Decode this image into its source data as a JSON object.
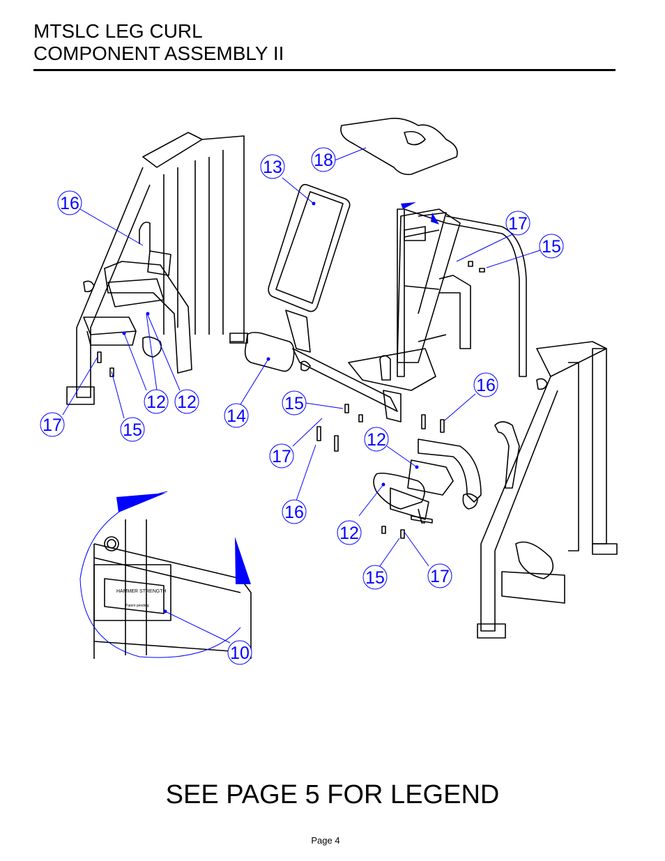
{
  "header": {
    "title_line1": "MTSLC LEG CURL",
    "title_line2": "COMPONENT ASSEMBLY II"
  },
  "callouts": [
    {
      "id": "c-18",
      "label": "18"
    },
    {
      "id": "c-13",
      "label": "13"
    },
    {
      "id": "c-16a",
      "label": "16"
    },
    {
      "id": "c-17a",
      "label": "17"
    },
    {
      "id": "c-15a",
      "label": "15"
    },
    {
      "id": "c-12a",
      "label": "12"
    },
    {
      "id": "c-12b",
      "label": "12"
    },
    {
      "id": "c-16b",
      "label": "16"
    },
    {
      "id": "c-17b",
      "label": "17"
    },
    {
      "id": "c-15b",
      "label": "15"
    },
    {
      "id": "c-14",
      "label": "14"
    },
    {
      "id": "c-15c",
      "label": "15"
    },
    {
      "id": "c-12c",
      "label": "12"
    },
    {
      "id": "c-17c",
      "label": "17"
    },
    {
      "id": "c-16c",
      "label": "16"
    },
    {
      "id": "c-12d",
      "label": "12"
    },
    {
      "id": "c-15d",
      "label": "15"
    },
    {
      "id": "c-17d",
      "label": "17"
    },
    {
      "id": "c-10",
      "label": "10"
    }
  ],
  "detail_label": {
    "brand": "HAMMER STRENGTH",
    "sub": "Patent pending"
  },
  "footer": {
    "legend_note": "SEE PAGE 5 FOR LEGEND",
    "page_number": "Page 4"
  },
  "colors": {
    "callout": "#0000ff",
    "line": "#000000"
  }
}
